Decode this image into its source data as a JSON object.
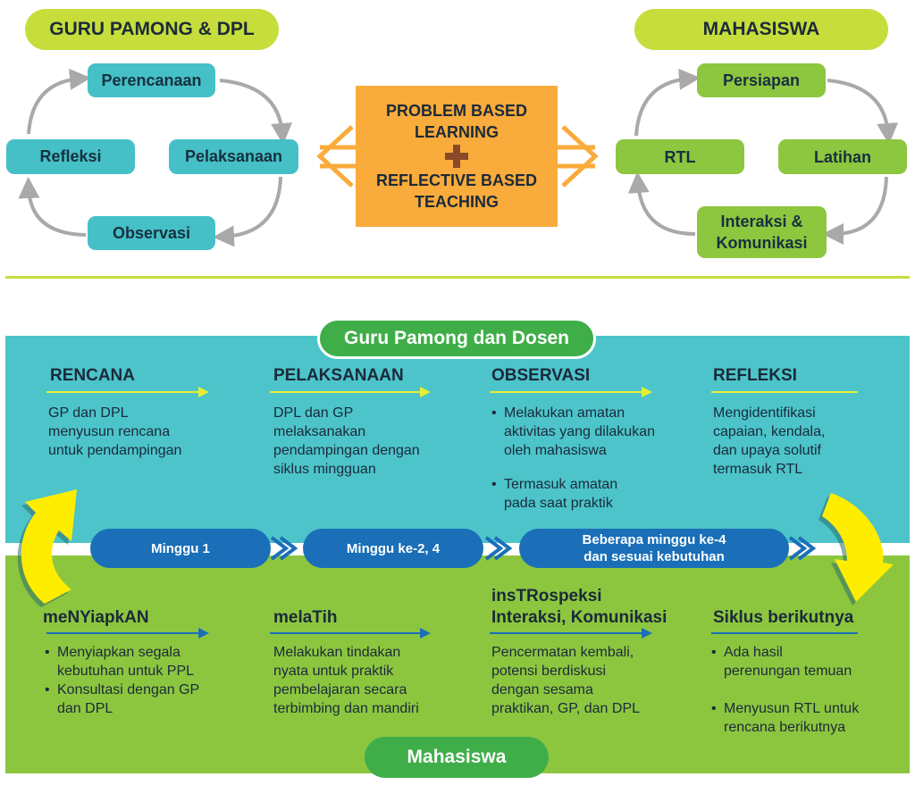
{
  "top": {
    "left_group": {
      "title": "GURU PAMONG & DPL",
      "steps": {
        "top": "Perencanaan",
        "right": "Pelaksanaan",
        "bottom": "Observasi",
        "left": "Refleksi"
      }
    },
    "center": {
      "line1": "PROBLEM BASED",
      "line2": "LEARNING",
      "line3": "REFLECTIVE BASED",
      "line4": "TEACHING"
    },
    "right_group": {
      "title": "MAHASISWA",
      "steps": {
        "top": "Persiapan",
        "right": "Latihan",
        "bottom_line1": "Interaksi &",
        "bottom_line2": "Komunikasi",
        "left": "RTL"
      }
    }
  },
  "bottom": {
    "upper_title": "Guru Pamong dan Dosen",
    "lower_title": "Mahasiswa",
    "upper_columns": [
      {
        "heading": "RENCANA",
        "lines": [
          "GP dan DPL",
          "menyusun rencana",
          "untuk pendampingan"
        ]
      },
      {
        "heading": "PELAKSANAAN",
        "lines": [
          "DPL dan GP",
          "melaksanakan",
          "pendampingan dengan",
          "siklus mingguan"
        ]
      },
      {
        "heading": "OBSERVASI",
        "bullets": [
          {
            "line1": "Melakukan amatan",
            "line2": "aktivitas yang dilakukan",
            "line3": "oleh mahasiswa"
          },
          {
            "line1": "Termasuk amatan",
            "line2": "pada saat praktik"
          }
        ]
      },
      {
        "heading": "REFLEKSI",
        "lines": [
          "Mengidentifikasi",
          "capaian, kendala,",
          "dan upaya solutif",
          "termasuk RTL"
        ]
      }
    ],
    "weeks": [
      {
        "line1": "Minggu 1"
      },
      {
        "line1": "Minggu ke-2, 4"
      },
      {
        "line1": "Beberapa minggu ke-4",
        "line2": "dan sesuai kebutuhan"
      }
    ],
    "lower_columns": [
      {
        "heading": "meNYiapkAN",
        "bullets": [
          {
            "line1": "Menyiapkan segala",
            "line2": "kebutuhan untuk PPL"
          },
          {
            "line1": "Konsultasi dengan GP",
            "line2": "dan DPL"
          }
        ]
      },
      {
        "heading": "melaTih",
        "lines": [
          "Melakukan tindakan",
          "nyata untuk praktik",
          "pembelajaran secara",
          "terbimbing dan mandiri"
        ]
      },
      {
        "heading_line1": "insTRospeksi",
        "heading_line2": "Interaksi, Komunikasi",
        "lines": [
          "Pencermatan kembali,",
          "potensi berdiskusi",
          "dengan sesama",
          "praktikan, GP, dan DPL"
        ]
      },
      {
        "heading": "Siklus berikutnya",
        "bullets": [
          {
            "line1": "Ada hasil",
            "line2": "perenungan temuan"
          },
          {
            "line1": "Menyusun RTL untuk",
            "line2": "rencana berikutnya"
          }
        ]
      }
    ]
  },
  "colors": {
    "lime": "#c6dd3c",
    "teal": "#45c0c7",
    "green": "#8dc63f",
    "orange": "#f9ab3b",
    "blue": "#1a6fb8",
    "dark_green": "#3fae49",
    "yellow": "#ffed00"
  }
}
